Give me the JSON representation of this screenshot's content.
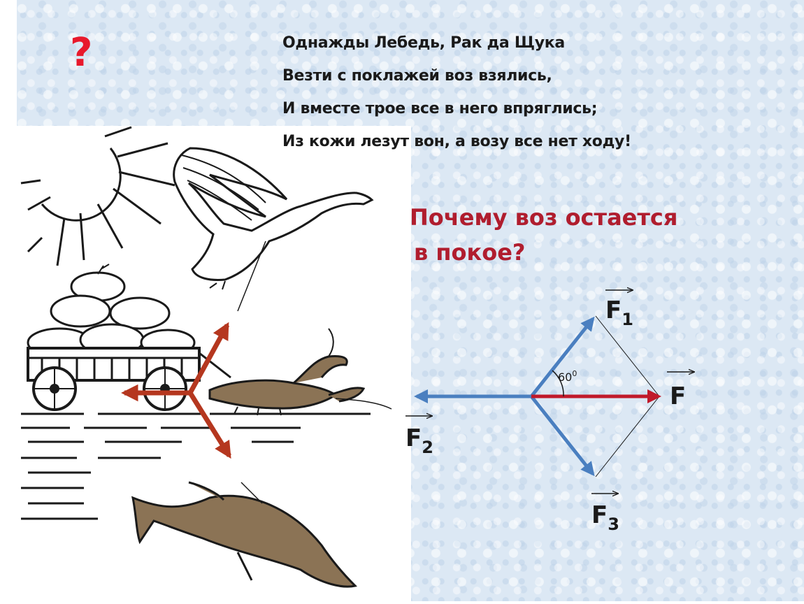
{
  "question_mark": "?",
  "poem": {
    "lines": [
      "Однажды Лебедь, Рак да Щука",
      "Везти с поклажей воз взялись,",
      "И вместе трое все в него впряглись;",
      "Из кожи лезут вон, а возу все нет ходу!"
    ]
  },
  "question": {
    "line1": "Почему воз остается",
    "line2": "в покое?"
  },
  "diagram": {
    "angle_label": "60",
    "angle_degree": "0",
    "f1": {
      "letter": "F",
      "sub": "1"
    },
    "f2": {
      "letter": "F",
      "sub": "2"
    },
    "f3": {
      "letter": "F",
      "sub": "3"
    },
    "f": {
      "letter": "F"
    }
  },
  "colors": {
    "slide_background": "#dce8f4",
    "question_mark": "#e8192c",
    "question_text": "#b01d2e",
    "force_arrows": "#4a7fc0",
    "resultant_arrow": "#c0192a",
    "illustration_arrows": "#b5371f"
  }
}
